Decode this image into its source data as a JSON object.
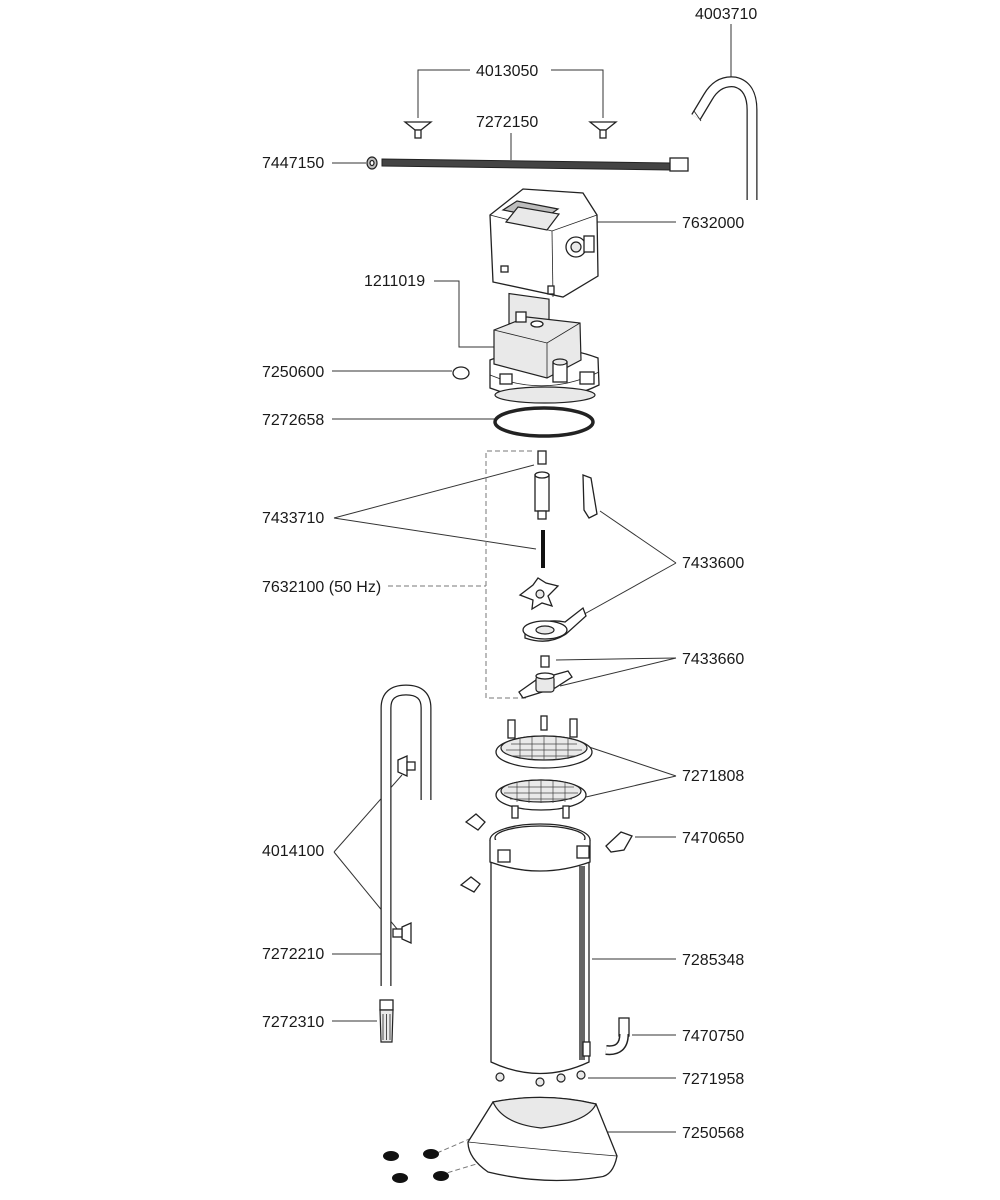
{
  "labels": {
    "l4003710": "4003710",
    "l4013050": "4013050",
    "l7272150": "7272150",
    "l7447150": "7447150",
    "l7632000": "7632000",
    "l1211019": "1211019",
    "l7250600": "7250600",
    "l7272658": "7272658",
    "l7433710": "7433710",
    "l7433600": "7433600",
    "l7632100": "7632100 (50 Hz)",
    "l7433660": "7433660",
    "l7271808": "7271808",
    "l7470650": "7470650",
    "l4014100": "4014100",
    "l7285348": "7285348",
    "l7272210": "7272210",
    "l7470750": "7470750",
    "l7272310": "7272310",
    "l7271958": "7271958",
    "l7250568": "7250568"
  },
  "colors": {
    "line": "#333333",
    "part_outline": "#222222",
    "part_fill_dark": "#bdbdbd",
    "part_fill_light": "#e9e9e9"
  }
}
